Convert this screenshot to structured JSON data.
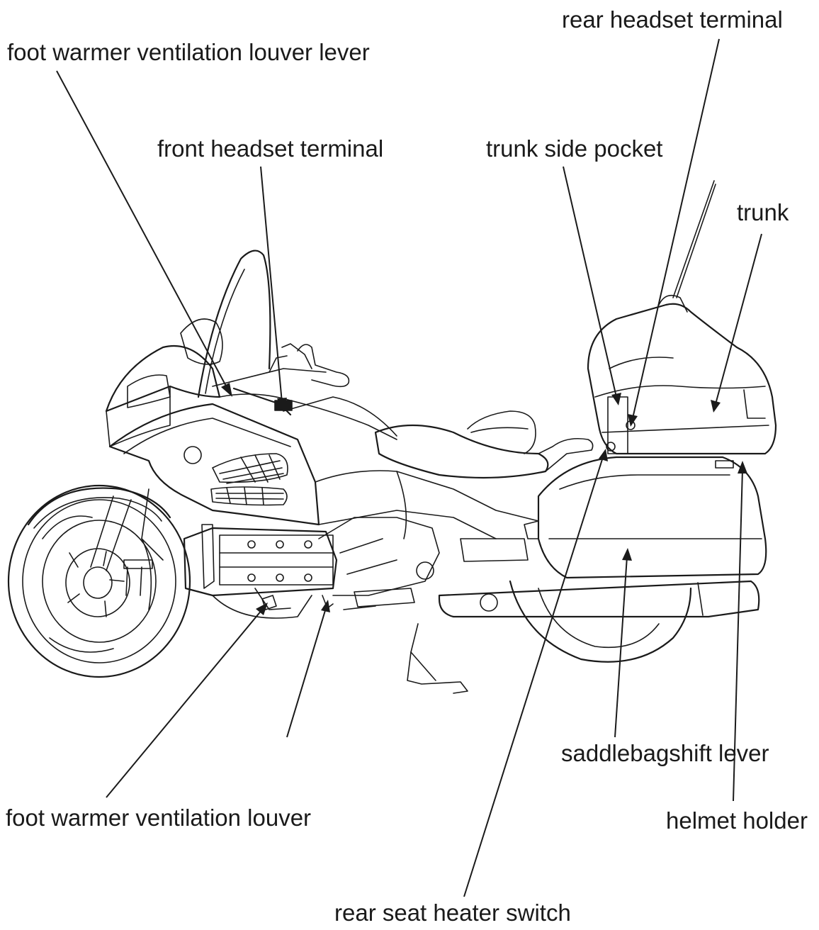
{
  "diagram": {
    "labels": {
      "foot_warmer_lever": "foot warmer ventilation louver lever",
      "front_headset": "front headset terminal",
      "rear_headset": "rear headset terminal",
      "trunk_side_pocket": "trunk side pocket",
      "trunk": "trunk",
      "saddlebag_shift_lever": "saddlebagshift lever",
      "helmet_holder": "helmet holder",
      "foot_warmer_louver": "foot warmer ventilation louver",
      "rear_seat_heater": "rear seat heater switch"
    },
    "colors": {
      "ink": "#1a1a1a",
      "background": "#ffffff"
    }
  }
}
